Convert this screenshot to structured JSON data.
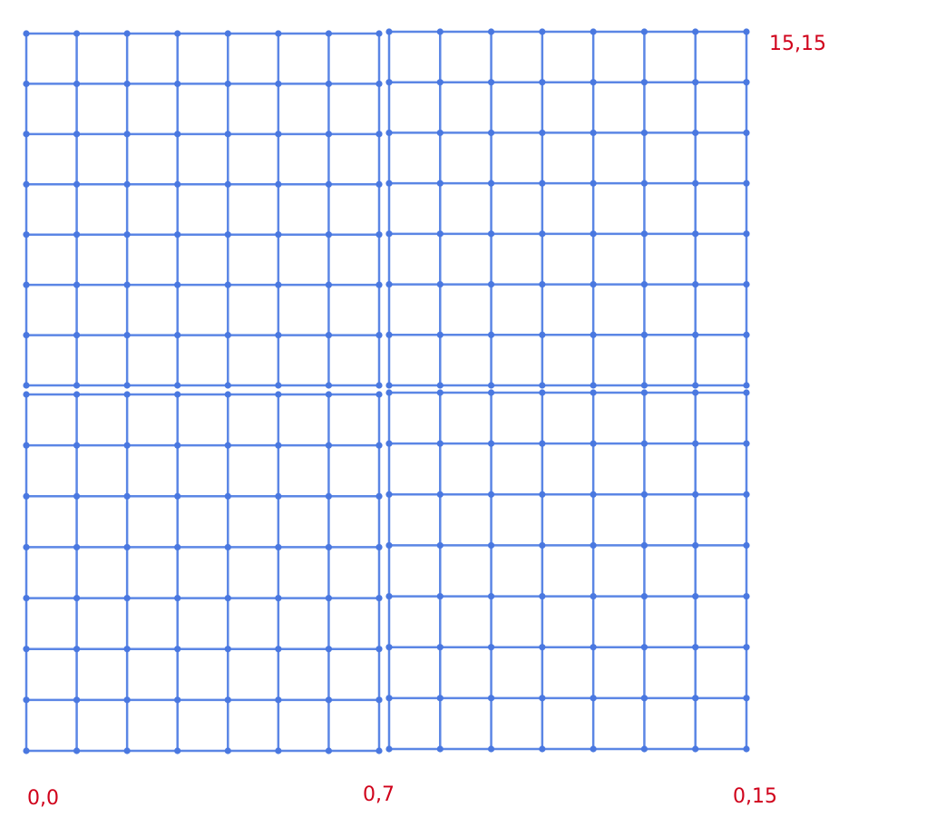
{
  "labels": {
    "top_right": "15,15",
    "bottom_left": "0,0",
    "bottom_middle": "0,7",
    "bottom_right": "0,15"
  },
  "grid": {
    "blocks": 4,
    "cells_per_block_side": 7,
    "line_color": "#5b86e5",
    "node_color": "#4a78e0"
  },
  "label_color": "#d0021b"
}
